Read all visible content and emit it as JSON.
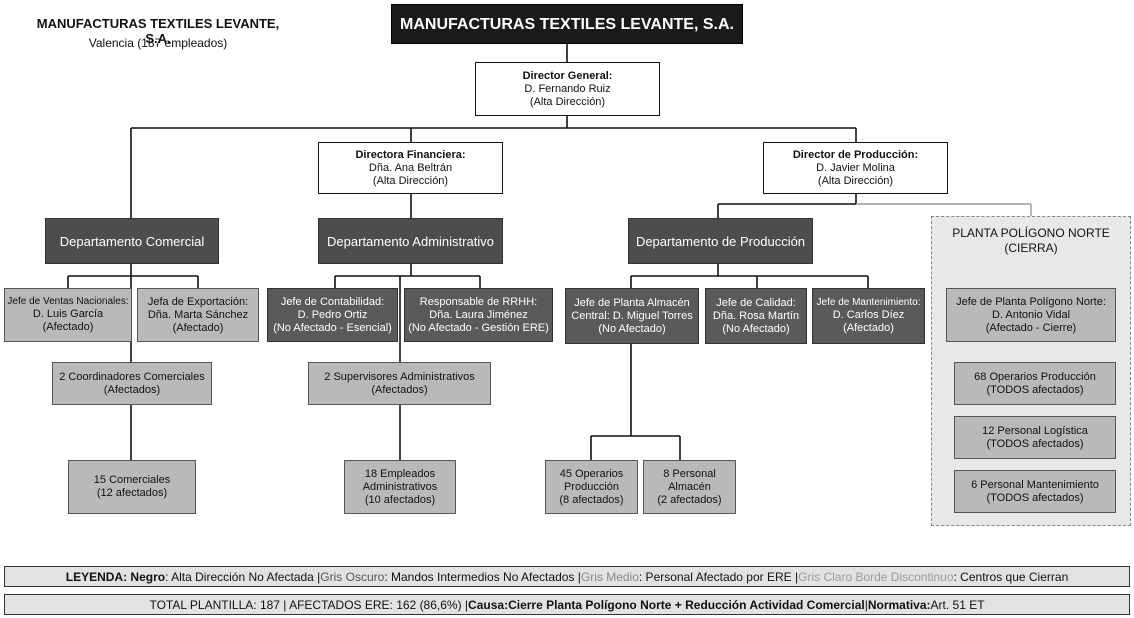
{
  "company": {
    "name": "MANUFACTURAS TEXTILES LEVANTE, S.A.",
    "subtitle": "Valencia (187 empleados)"
  },
  "header_box": "MANUFACTURAS TEXTILES LEVANTE, S.A.",
  "director_general": {
    "role": "Director General:",
    "name": "D. Fernando Ruiz",
    "level": "(Alta Dirección)"
  },
  "director_financiera": {
    "role": "Directora Financiera:",
    "name": "Dña. Ana Beltrán",
    "level": "(Alta Dirección)"
  },
  "director_produccion": {
    "role": "Director de Producción:",
    "name": "D. Javier Molina",
    "level": "(Alta Dirección)"
  },
  "departments": {
    "comercial": "Departamento Comercial",
    "administrativo": "Departamento Administrativo",
    "produccion": "Departamento de Producción"
  },
  "plant": {
    "title_line1": "PLANTA POLÍGONO NORTE",
    "title_line2": "(CIERRA)",
    "jefe": {
      "role": "Jefe de Planta Polígono Norte:",
      "name": "D. Antonio Vidal",
      "status": "(Afectado - Cierre)"
    },
    "operarios": {
      "label": "68 Operarios Producción",
      "status": "(TODOS afectados)"
    },
    "logistica": {
      "label": "12 Personal Logística",
      "status": "(TODOS afectados)"
    },
    "mantenimiento": {
      "label": "6 Personal Mantenimiento",
      "status": "(TODOS afectados)"
    }
  },
  "comercial_staff": {
    "ventas": {
      "role": "Jefe de Ventas Nacionales:",
      "name": "D. Luis García",
      "status": "(Afectado)"
    },
    "exportacion": {
      "role": "Jefa de Exportación:",
      "name": "Dña. Marta Sánchez",
      "status": "(Afectado)"
    },
    "coordinadores": {
      "label": "2 Coordinadores Comerciales",
      "status": "(Afectados)"
    },
    "comerciales": {
      "label": "15 Comerciales",
      "status": "(12 afectados)"
    }
  },
  "admin_staff": {
    "contabilidad": {
      "role": "Jefe de Contabilidad:",
      "name": "D. Pedro Ortiz",
      "status": "(No Afectado - Esencial)"
    },
    "rrhh": {
      "role": "Responsable de RRHH:",
      "name": "Dña. Laura Jiménez",
      "status": "(No Afectado - Gestión ERE)"
    },
    "supervisores": {
      "label": "2 Supervisores Administrativos",
      "status": "(Afectados)"
    },
    "empleados": {
      "label1": "18 Empleados",
      "label2": "Administrativos",
      "status": "(10 afectados)"
    }
  },
  "prod_staff": {
    "almacen": {
      "role": "Jefe de Planta Almacén",
      "name": "Central: D. Miguel Torres",
      "status": "(No Afectado)"
    },
    "calidad": {
      "role": "Jefe de Calidad:",
      "name": "Dña. Rosa Martín",
      "status": "(No Afectado)"
    },
    "mantenimiento": {
      "role": "Jefe de Mantenimiento:",
      "name": "D. Carlos Díez",
      "status": "(Afectado)"
    },
    "operarios": {
      "label1": "45 Operarios",
      "label2": "Producción",
      "status": "(8 afectados)"
    },
    "personal_almacen": {
      "label1": "8 Personal",
      "label2": "Almacén",
      "status": "(2 afectados)"
    }
  },
  "legend": {
    "title": "LEYENDA:",
    "k1": "Negro",
    "v1": ": Alta Dirección No Afectada | ",
    "k2": "Gris Oscuro",
    "v2": ": Mandos Intermedios No Afectados | ",
    "k3": "Gris Medio",
    "v3": ": Personal Afectado por ERE | ",
    "k4": "Gris Claro Borde Discontinuo",
    "v4": ": Centros que Cierran"
  },
  "summary": {
    "t1": "TOTAL PLANTILLA: 187 | AFECTADOS ERE: 162 (86,6%) | ",
    "k1": "Causa:",
    "v1": " Cierre Planta Polígono Norte + Reducción Actividad Comercial",
    "sep": " | ",
    "k2": "Normativa:",
    "v2": " Art. 51 ET"
  },
  "colors": {
    "black": "#1a1a1a",
    "dept_gray": "#4d4d4d",
    "dark_gray": "#5a5a5a",
    "mid_gray": "#b9b9b9",
    "closing_zone": "#e8e8e8"
  }
}
